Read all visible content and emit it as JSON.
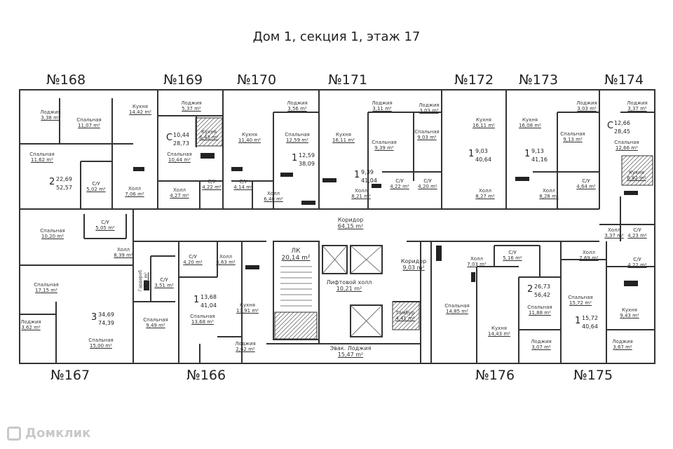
{
  "title": "Дом 1, секция 1, этаж 17",
  "watermark": "Домклик",
  "apartments": [
    {
      "no": "№168",
      "rooms": "2",
      "living": "22,69",
      "total": "52,57"
    },
    {
      "no": "№169",
      "rooms": "С",
      "living": "10,44",
      "total": "28,73"
    },
    {
      "no": "№170",
      "rooms": "1",
      "living": "12,59",
      "total": "38,09"
    },
    {
      "no": "№171",
      "rooms": "1",
      "living": "9,39",
      "total": "41,04"
    },
    {
      "no": "№172",
      "rooms": "1",
      "living": "9,03",
      "total": "40,64"
    },
    {
      "no": "№173",
      "rooms": "1",
      "living": "9,13",
      "total": "41,16"
    },
    {
      "no": "№174",
      "rooms": "С",
      "living": "12,66",
      "total": "28,45"
    },
    {
      "no": "№175",
      "rooms": "1",
      "living": "15,72",
      "total": "40,64"
    },
    {
      "no": "№176",
      "rooms": "2",
      "living": "26,73",
      "total": "56,42"
    },
    {
      "no": "№166",
      "rooms": "1",
      "living": "13,68",
      "total": "41,04"
    },
    {
      "no": "№167",
      "rooms": "3",
      "living": "34,69",
      "total": "74,39"
    }
  ],
  "rooms": [
    {
      "name": "Лоджия",
      "area": "3,38 m²"
    },
    {
      "name": "Спальная",
      "area": "11,07 m²"
    },
    {
      "name": "Спальная",
      "area": "11,62 m²"
    },
    {
      "name": "С/У",
      "area": "5,02 m²"
    },
    {
      "name": "Кухня",
      "area": "14,42 m²"
    },
    {
      "name": "Холл",
      "area": "7,06 m²"
    },
    {
      "name": "Лоджия",
      "area": "5,37 m²"
    },
    {
      "name": "Кухня",
      "area": "6,43 m²"
    },
    {
      "name": "Спальная",
      "area": "10,44 m²"
    },
    {
      "name": "Холл",
      "area": "4,27 m²"
    },
    {
      "name": "С/У",
      "area": "4,22 m²"
    },
    {
      "name": "Кухня",
      "area": "11,40 m²"
    },
    {
      "name": "С/У",
      "area": "4,14 m²"
    },
    {
      "name": "Холл",
      "area": "6,40 m²"
    },
    {
      "name": "Лоджия",
      "area": "3,56 m²"
    },
    {
      "name": "Спальная",
      "area": "12,59 m²"
    },
    {
      "name": "Кухня",
      "area": "16,11 m²"
    },
    {
      "name": "Холл",
      "area": "8,21 m²"
    },
    {
      "name": "Лоджия",
      "area": "3,11 m²"
    },
    {
      "name": "Спальная",
      "area": "9,39 m²"
    },
    {
      "name": "С/У",
      "area": "4,22 m²"
    },
    {
      "name": "Лоджия",
      "area": "3,03 m²"
    },
    {
      "name": "Спальная",
      "area": "9,03 m²"
    },
    {
      "name": "С/У",
      "area": "4,20 m²"
    },
    {
      "name": "Кухня",
      "area": "16,11 m²"
    },
    {
      "name": "Холл",
      "area": "8,27 m²"
    },
    {
      "name": "Кухня",
      "area": "16,08 m²"
    },
    {
      "name": "Холл",
      "area": "8,28 m²"
    },
    {
      "name": "Лоджия",
      "area": "3,03 m²"
    },
    {
      "name": "Спальная",
      "area": "9,13 m²"
    },
    {
      "name": "С/У",
      "area": "4,64 m²"
    },
    {
      "name": "Лоджия",
      "area": "3,37 m²"
    },
    {
      "name": "Спальная",
      "area": "12,66 m²"
    },
    {
      "name": "Кухня",
      "area": "6,82 m²"
    },
    {
      "name": "Холл",
      "area": "3,37 m²"
    },
    {
      "name": "С/У",
      "area": "4,23 m²"
    },
    {
      "name": "Коридор",
      "area": "64,15 m²"
    },
    {
      "name": "Спальная",
      "area": "10,20 m²"
    },
    {
      "name": "С/У",
      "area": "5,05 m²"
    },
    {
      "name": "Холл",
      "area": "8,39 m²"
    },
    {
      "name": "Спальная",
      "area": "17,15 m²"
    },
    {
      "name": "Лоджия",
      "area": "3,62 m²"
    },
    {
      "name": "Спальная",
      "area": "15,00 m²"
    },
    {
      "name": "Гардероб",
      "area": "1,98 m²"
    },
    {
      "name": "С/У",
      "area": "3,51 m²"
    },
    {
      "name": "Спальная",
      "area": "9,49 m²"
    },
    {
      "name": "С/У",
      "area": "4,20 m²"
    },
    {
      "name": "Холл",
      "area": "6,63 m²"
    },
    {
      "name": "Спальная",
      "area": "13,68 m²"
    },
    {
      "name": "Кухня",
      "area": "13,91 m²"
    },
    {
      "name": "Лоджия",
      "area": "2,62 m²"
    },
    {
      "name": "ЛК",
      "area": "20,14 m²"
    },
    {
      "name": "Лифтовой холл",
      "area": "10,21 m²"
    },
    {
      "name": "Коридор",
      "area": "9,03 m²"
    },
    {
      "name": "Тамбур",
      "area": "4,41 m²"
    },
    {
      "name": "Эвак. Лоджия",
      "area": "15,47 m²"
    },
    {
      "name": "Спальная",
      "area": "14,85 m²"
    },
    {
      "name": "Холл",
      "area": "7,03 m²"
    },
    {
      "name": "С/У",
      "area": "5,16 m²"
    },
    {
      "name": "Спальная",
      "area": "11,88 m²"
    },
    {
      "name": "Кухня",
      "area": "14,43 m²"
    },
    {
      "name": "Лоджия",
      "area": "3,07 m²"
    },
    {
      "name": "Холл",
      "area": "7,69 m²"
    },
    {
      "name": "С/У",
      "area": "4,22 m²"
    },
    {
      "name": "Спальная",
      "area": "15,72 m²"
    },
    {
      "name": "Кухня",
      "area": "9,43 m²"
    },
    {
      "name": "Лоджия",
      "area": "3,67 m²"
    }
  ]
}
